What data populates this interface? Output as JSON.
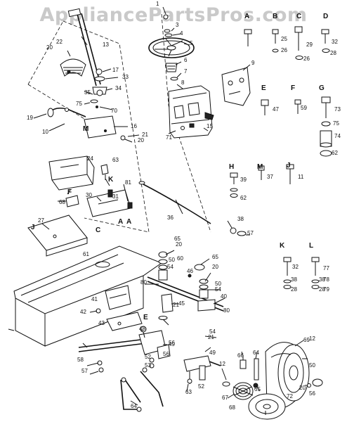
{
  "watermark": "AppliancePartsPros.com",
  "group_letters": [
    "A",
    "B",
    "C",
    "D",
    "E",
    "F",
    "G",
    "H",
    "M",
    "J",
    "K",
    "L"
  ],
  "part_labels": [
    "1",
    "3",
    "4",
    "5",
    "6",
    "7",
    "8",
    "9",
    "10",
    "11",
    "12",
    "13",
    "15",
    "16",
    "17",
    "19",
    "20",
    "21",
    "22",
    "24",
    "25",
    "26",
    "27",
    "28",
    "29",
    "30",
    "31",
    "32",
    "33",
    "34",
    "35",
    "36",
    "37",
    "38",
    "39",
    "40",
    "41",
    "42",
    "43",
    "45",
    "46",
    "47",
    "48",
    "49",
    "50",
    "52",
    "53",
    "54",
    "56",
    "57",
    "58",
    "59",
    "60",
    "61",
    "62",
    "63",
    "64",
    "65",
    "66",
    "67",
    "68",
    "69",
    "70",
    "71",
    "72",
    "73",
    "74",
    "75",
    "77",
    "78",
    "79",
    "80",
    "81"
  ]
}
